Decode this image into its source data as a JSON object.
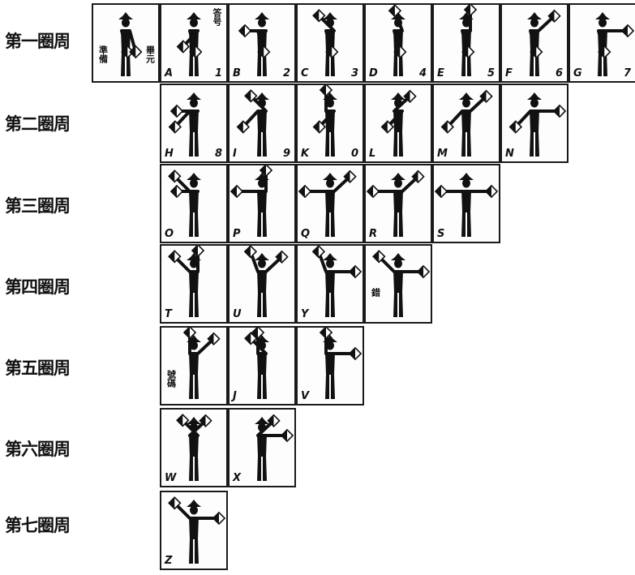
{
  "rows": [
    {
      "label": "第一圈周",
      "cells": [
        {
          "letter": "",
          "number": "",
          "pose": [
            3,
            3
          ],
          "notes": [
            "準備",
            "畢元"
          ]
        },
        {
          "letter": "A",
          "number": "1",
          "pose": [
            3,
            4
          ],
          "notes": [
            "答号"
          ]
        },
        {
          "letter": "B",
          "number": "2",
          "pose": [
            3,
            5
          ]
        },
        {
          "letter": "C",
          "number": "3",
          "pose": [
            3,
            6
          ]
        },
        {
          "letter": "D",
          "number": "4",
          "pose": [
            3,
            7
          ]
        },
        {
          "letter": "E",
          "number": "5",
          "pose": [
            3,
            0
          ]
        },
        {
          "letter": "F",
          "number": "6",
          "pose": [
            3,
            1
          ]
        },
        {
          "letter": "G",
          "number": "7",
          "pose": [
            3,
            2
          ]
        }
      ]
    },
    {
      "label": "第二圈周",
      "cells": [
        {
          "letter": "H",
          "number": "8",
          "pose": [
            4,
            5
          ]
        },
        {
          "letter": "I",
          "number": "9",
          "pose": [
            4,
            6
          ]
        },
        {
          "letter": "K",
          "number": "0",
          "pose": [
            0,
            4
          ]
        },
        {
          "letter": "L",
          "number": "",
          "pose": [
            1,
            4
          ]
        },
        {
          "letter": "M",
          "number": "",
          "pose": [
            4,
            1
          ]
        },
        {
          "letter": "N",
          "number": "",
          "pose": [
            4,
            2
          ]
        }
      ]
    },
    {
      "label": "第三圈周",
      "cells": [
        {
          "letter": "O",
          "number": "",
          "pose": [
            6,
            5
          ]
        },
        {
          "letter": "P",
          "number": "",
          "pose": [
            5,
            0
          ]
        },
        {
          "letter": "Q",
          "number": "",
          "pose": [
            5,
            1
          ]
        },
        {
          "letter": "R",
          "number": "",
          "pose": [
            5,
            1
          ]
        },
        {
          "letter": "S",
          "number": "",
          "pose": [
            5,
            2
          ]
        }
      ]
    },
    {
      "label": "第四圈周",
      "cells": [
        {
          "letter": "T",
          "number": "",
          "pose": [
            6,
            0
          ]
        },
        {
          "letter": "U",
          "number": "",
          "pose": [
            7,
            1
          ]
        },
        {
          "letter": "Y",
          "number": "",
          "pose": [
            7,
            2
          ]
        },
        {
          "letter": "",
          "number": "",
          "pose": [
            6,
            2
          ],
          "notes": [
            "錯"
          ]
        }
      ]
    },
    {
      "label": "第五圈周",
      "cells": [
        {
          "letter": "",
          "number": "",
          "pose": [
            0,
            1
          ],
          "notes": [
            "號碼"
          ]
        },
        {
          "letter": "J",
          "number": "",
          "pose": [
            0,
            6
          ]
        },
        {
          "letter": "V",
          "number": "",
          "pose": [
            0,
            2
          ]
        }
      ]
    },
    {
      "label": "第六圈周",
      "cells": [
        {
          "letter": "W",
          "number": "",
          "pose": [
            1,
            6
          ]
        },
        {
          "letter": "X",
          "number": "",
          "pose": [
            1,
            2
          ]
        }
      ]
    },
    {
      "label": "第七圈周",
      "cells": [
        {
          "letter": "Z",
          "number": "",
          "pose": [
            6,
            2
          ]
        }
      ]
    }
  ]
}
